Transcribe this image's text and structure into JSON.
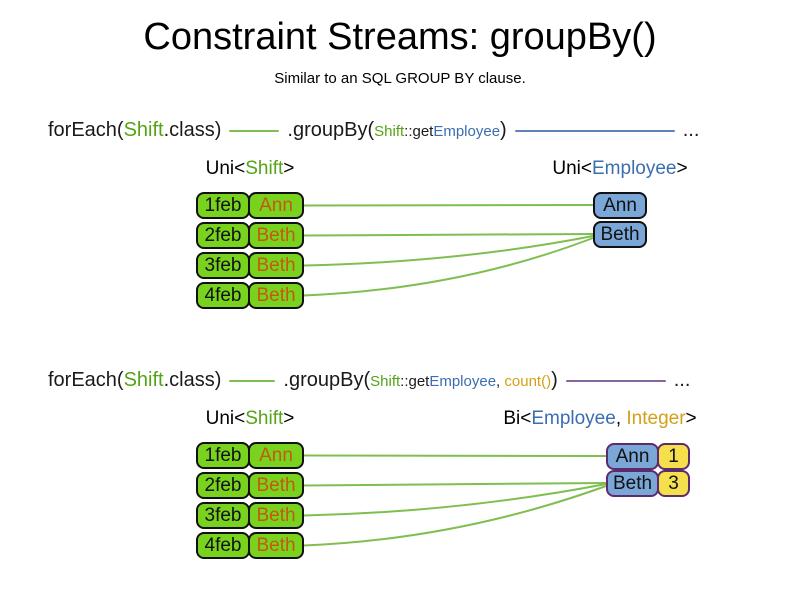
{
  "title": "Constraint Streams: groupBy()",
  "subtitle": "Similar to an SQL GROUP BY clause.",
  "colors": {
    "type_green": "#55a316",
    "type_blue": "#3a6eb0",
    "type_gold": "#d4a017",
    "employee_orange": "#c45a11",
    "shift_cell_green": "#78d21e",
    "employee_box_blue": "#7aa6d8",
    "count_box_yellow": "#f5df4d",
    "bi_border_purple": "#5e2a6e",
    "connector_green": "#7fbe50",
    "connector_blue": "#6080b8",
    "connector_purple": "#8465a0"
  },
  "diagram1": {
    "code": {
      "foreach_fn": "forEach(",
      "foreach_arg": "Shift",
      "foreach_close": ".class)",
      "groupby_fn": ".groupBy(",
      "arg_class": "Shift",
      "arg_accessor": "::get",
      "arg_type": "Employee",
      "close_paren": ")",
      "ellipsis": "..."
    },
    "source_label": {
      "pre": "Uni<",
      "type": "Shift",
      "post": ">"
    },
    "result_label": {
      "pre": "Uni<",
      "type": "Employee",
      "post": ">"
    },
    "rows": [
      {
        "date": "1feb",
        "employee": "Ann"
      },
      {
        "date": "2feb",
        "employee": "Beth"
      },
      {
        "date": "3feb",
        "employee": "Beth"
      },
      {
        "date": "4feb",
        "employee": "Beth"
      }
    ],
    "groups": [
      {
        "name": "Ann"
      },
      {
        "name": "Beth"
      }
    ]
  },
  "diagram2": {
    "code": {
      "foreach_fn": "forEach(",
      "foreach_arg": "Shift",
      "foreach_close": ".class)",
      "groupby_fn": ".groupBy(",
      "arg_class": "Shift",
      "arg_accessor": "::get",
      "arg_type": "Employee",
      "comma": ", ",
      "arg2": "count()",
      "close_paren": ")",
      "ellipsis": "..."
    },
    "source_label": {
      "pre": "Uni<",
      "type": "Shift",
      "post": ">"
    },
    "result_label": {
      "pre": "Bi<",
      "type1": "Employee",
      "comma": ", ",
      "type2": "Integer",
      "post": ">"
    },
    "rows": [
      {
        "date": "1feb",
        "employee": "Ann"
      },
      {
        "date": "2feb",
        "employee": "Beth"
      },
      {
        "date": "3feb",
        "employee": "Beth"
      },
      {
        "date": "4feb",
        "employee": "Beth"
      }
    ],
    "groups": [
      {
        "name": "Ann",
        "count": "1"
      },
      {
        "name": "Beth",
        "count": "3"
      }
    ]
  }
}
